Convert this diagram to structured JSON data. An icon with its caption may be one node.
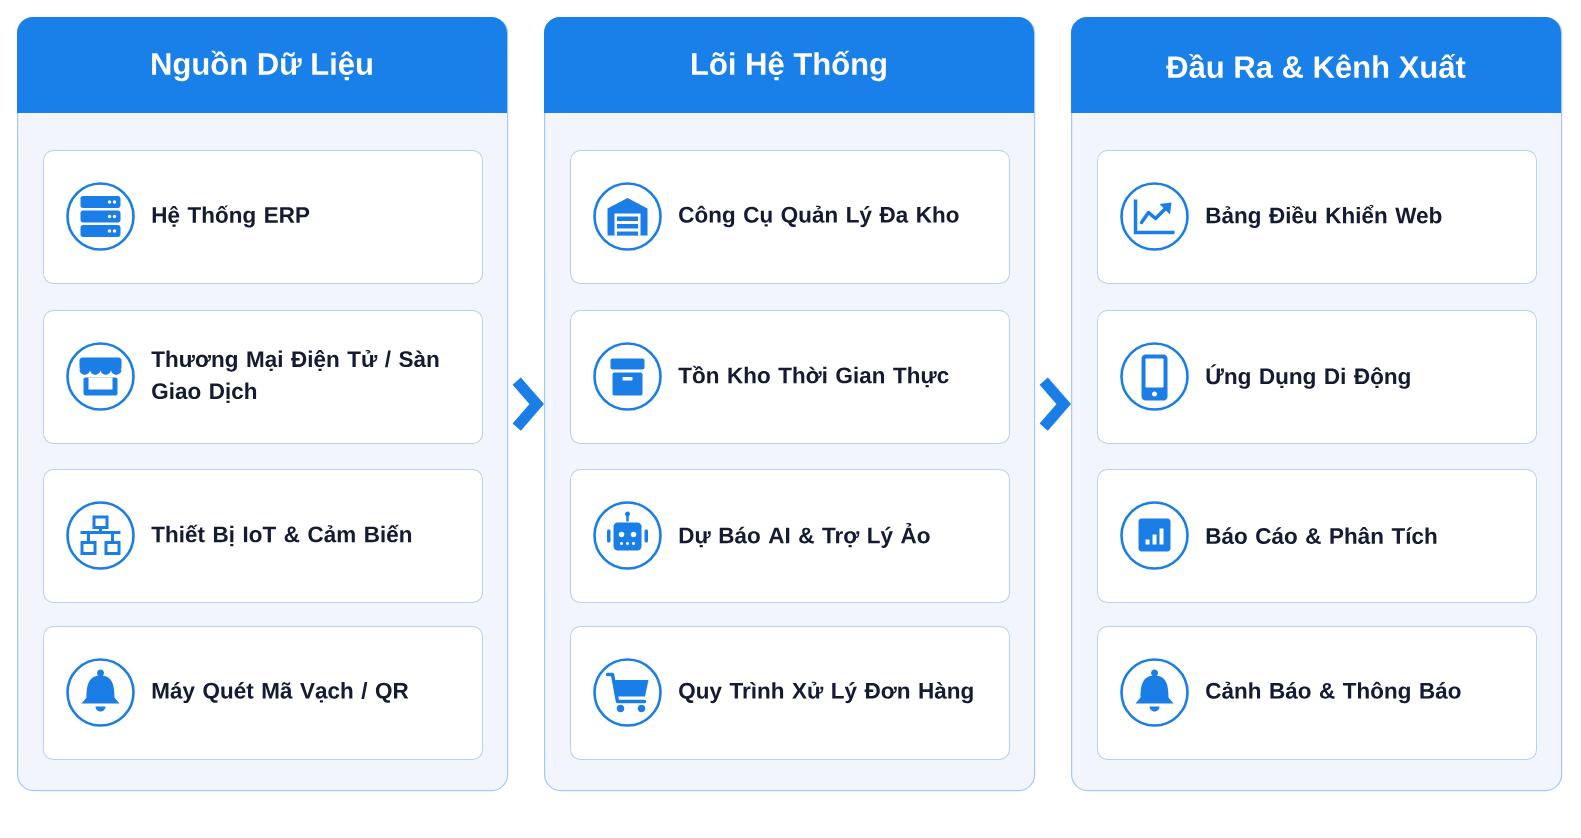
{
  "diagram": {
    "nodes": [
      {
        "text": [
          "Nguồn Dữ Liệu"
        ]
      },
      {
        "text": [
          "Hệ Thống ERP"
        ],
        "in": 0
      },
      {
        "text": [
          "Thương Mại Điện Tử / Sàn Giao Dịch"
        ],
        "in": 0
      },
      {
        "text": [
          "Thiết Bị IoT & Cảm Biến"
        ],
        "in": 0
      },
      {
        "text": [
          "Máy Quét Mã Vạch / QR"
        ],
        "in": 0
      },
      {
        "text": [
          "Lõi Hệ Thống"
        ]
      },
      {
        "text": [
          "Công Cụ Quản Lý Đa Kho"
        ],
        "in": 5
      },
      {
        "text": [
          "Tồn Kho Thời Gian Thực"
        ],
        "in": 5
      },
      {
        "text": [
          "Dự Báo AI & Trợ Lý Ảo"
        ],
        "in": 5
      },
      {
        "text": [
          "Quy Trình Xử Lý Đơn Hàng"
        ],
        "in": 5
      },
      {
        "text": [
          "Đầu Ra & Kênh Xuất"
        ]
      },
      {
        "text": [
          "Bảng Điều Khiển Web"
        ],
        "in": 10
      },
      {
        "text": [
          "Ứng Dụng Di Động"
        ],
        "in": 10
      },
      {
        "text": [
          "Báo Cáo & Phân Tích"
        ],
        "in": 10
      },
      {
        "text": [
          "Cảnh Báo & Thông Báo"
        ],
        "in": 10
      }
    ],
    "edges": [
      {
        "from": 0,
        "to": 5,
        "arrow": "to"
      },
      {
        "from": 5,
        "to": 10,
        "arrow": "to"
      }
    ]
  }
}
